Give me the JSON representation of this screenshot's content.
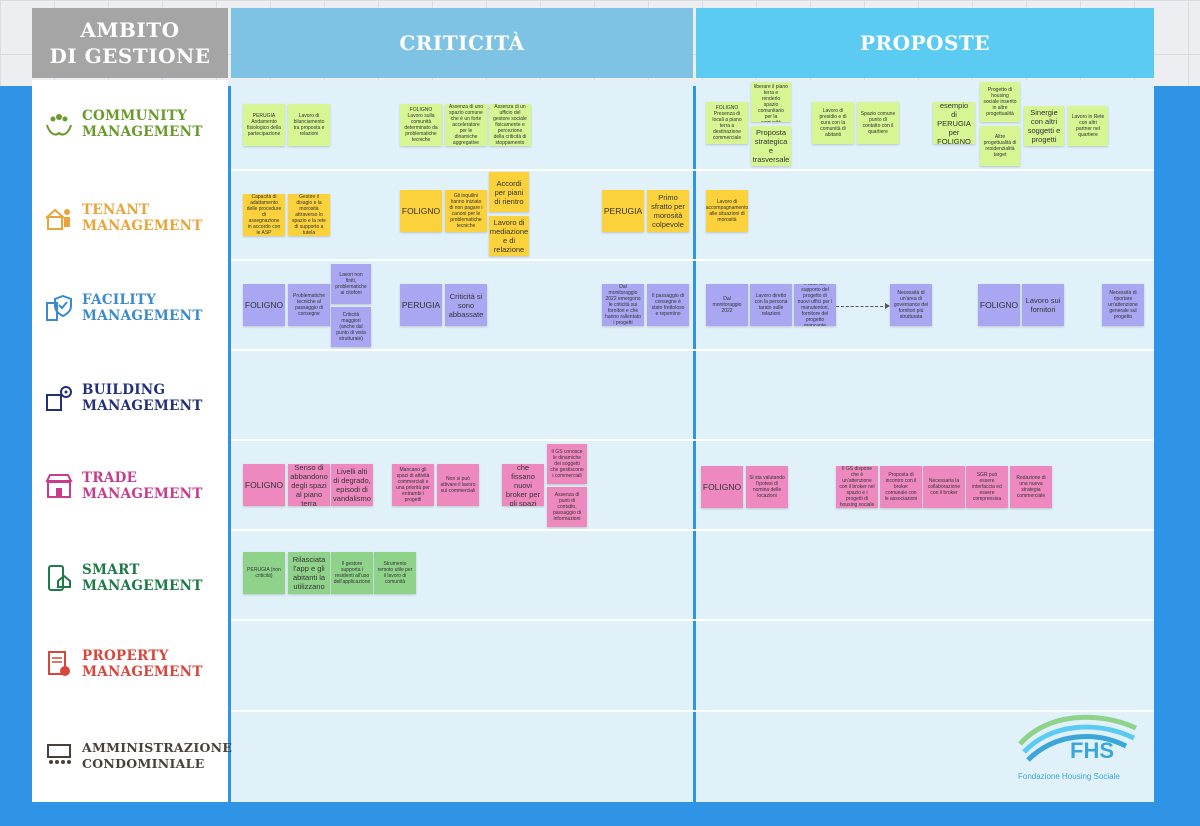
{
  "header": {
    "ambito_line1": "AMBITO",
    "ambito_line2": "DI GESTIONE",
    "criticita": "CRITICITÀ",
    "proposte": "PROPOSTE"
  },
  "categories": [
    {
      "line1": "COMMUNITY",
      "line2": "MANAGEMENT",
      "color": "#6a9a2a",
      "icon": "community-hands-icon"
    },
    {
      "line1": "TENANT",
      "line2": "MANAGEMENT",
      "color": "#e9a43a",
      "icon": "tenant-house-icon"
    },
    {
      "line1": "FACILITY",
      "line2": "MANAGEMENT",
      "color": "#3b8bcc",
      "icon": "facility-shield-icon"
    },
    {
      "line1": "BUILDING",
      "line2": "MANAGEMENT",
      "color": "#22307a",
      "icon": "building-gear-icon"
    },
    {
      "line1": "TRADE",
      "line2": "MANAGEMENT",
      "color": "#c93b8d",
      "icon": "trade-shop-icon"
    },
    {
      "line1": "SMART",
      "line2": "MANAGEMENT",
      "color": "#1e7a47",
      "icon": "smart-phone-home-icon"
    },
    {
      "line1": "PROPERTY",
      "line2": "MANAGEMENT",
      "color": "#d9453b",
      "icon": "property-document-icon"
    },
    {
      "line1": "AMMINISTRAZIONE",
      "line2": "CONDOMINIALE",
      "color": "#4a4037",
      "icon": "condominium-people-icon"
    }
  ],
  "notes": {
    "c1": "PERUGIA Andamento fisiologico della partecipazione",
    "c2": "Lavoro di bilanciamento tra proposta e relazioni",
    "c3": "FOLIGNO Lavoro sulla comunità determinato da problematiche tecniche",
    "c4": "Assenza di uno spazio comune che è un forte acceleratore per le dinamiche aggregative",
    "c5": "Assenza di un ufficio del gestore sociale fisicamente e percezione della criticità di stoppamento",
    "c6": "FOLIGNO Presenza di locali a piano terra a destinazione commerciale",
    "c7": "Possibilità di liberare il piano terra e renderlo spazio comunitario per la comunità",
    "c8": "Proposta strategica e trasversale",
    "c9": "Lavoro di presidio e di cura con la comunità di abitanti",
    "c10": "Spazio comune punto di contatto con il quartiere",
    "c11": "esempio di PERUGIA per FOLIGNO",
    "c12": "Progetto di housing sociale inserito in altre progettualità",
    "c13": "Altre progettualità di residenzialità target",
    "c14": "Sinergie con altri soggetti e progetti",
    "c15": "Lavoro in Rete con altri partner nel quartiere",
    "t1": "Capacità di adattamento delle procedure di assegnazione in accordo con le ASP",
    "t2": "Gestire il disagio e la morosità attraverso lo spazio e la rete di supporto a tutela",
    "t3": "FOLIGNO",
    "t4": "Gli inquilini hanno iniziato di non pagare i canoni per le problematiche tecniche",
    "t5": "Accordi per piani di rientro",
    "t6": "Lavoro di mediazione e di relazione",
    "t7": "PERUGIA",
    "t8": "Primo sfratto per morosità colpevole",
    "t9": "Lavoro di accompagnamento alle situazioni di morosità",
    "f1": "FOLIGNO",
    "f2": "Problematiche tecniche al passaggio di consegne",
    "f3": "Lavori non finiti, problematiche ai citofoni",
    "f4": "Criticità maggiori (anche dal punto di vista strutturale)",
    "f5": "PERUGIA",
    "f6": "Criticità si sono abbassate",
    "f7": "Dal monitoraggio 2022 emergono le criticità sui fornitori e che hanno rallentato i progetti",
    "f8": "Il passaggio di consegne è stato frettoloso e repentino",
    "f9": "Dal monitoraggio 2022",
    "f10": "Lavoro diretto con la persona tarato sulle relazioni",
    "f11": "Il fatto del supporto del progetto di nuovi uffici per i manutentori, fornitore del progetto mancante",
    "f12": "Necessità di un'area di governance dei fornitori più strutturata",
    "f13": "FOLIGNO",
    "f14": "Lavoro sui fornitori",
    "f15": "Necessità di riportare un'attenzione generale sul progetto",
    "tr1": "FOLIGNO",
    "tr2": "Senso di abbandono degli spazi al piano terra",
    "tr3": "Livelli alti di degrado, episodi di vandalismo",
    "tr4": "Mancano gli spazi di attività commerciali e una priorità per entrambi i progetti",
    "tr5": "Non si può attivare il lavoro sui commerciali",
    "tr6": "Il GS sa che fissano nuovi broker per gli spazi PLR",
    "tr7": "Il GS conosce le dinamiche dei soggetti che gestiscono i commerciali",
    "tr8": "Assenza di punti di contatto, passaggio di informazioni",
    "tr9": "FOLIGNO",
    "tr10": "Si sta valutando l'ipotesi di nomina delle locazioni",
    "tr11": "Il GS dispone che è un'attenzione con il broker nel spazio e i progetti di housing sociale",
    "tr12": "Proposta di incontro con il broker comunale con le associazioni",
    "tr13": "Necessaria la collaborazione con il broker",
    "tr14": "SGR può essere interfaccia ed essere comprensiva",
    "tr15": "Redazione di una nuova strategia commerciale",
    "s1": "PERUGIA (non criticità)",
    "s2": "Rilasciata l'app e gli abitanti la utilizzano",
    "s3": "Il gestore supporta i residenti all'uso dell'applicazione",
    "s4": "Strumento remoto utile per il lavoro di comunità",
    "logo_abbr": "FHS",
    "logo_full": "Fondazione Housing Sociale"
  }
}
